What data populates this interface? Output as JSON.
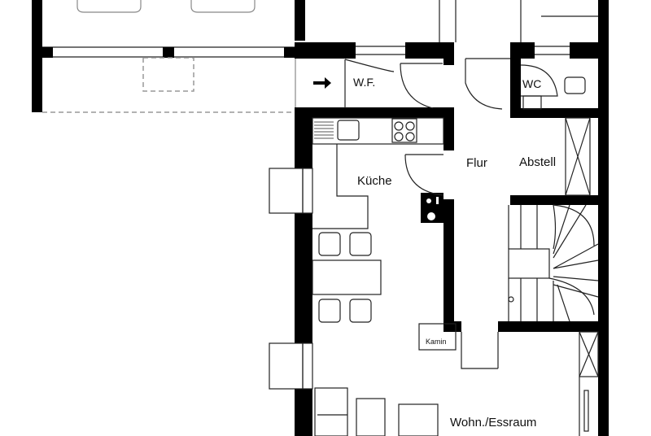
{
  "plan": {
    "rooms": {
      "wf": "W.F.",
      "wc": "WC",
      "flur": "Flur",
      "abstell": "Abstell",
      "kueche": "Küche",
      "kamin": "Kamin",
      "wohn": "Wohn./Essraum"
    },
    "colors": {
      "wall": "#000000",
      "line": "#222222",
      "dashed": "#999999"
    }
  }
}
